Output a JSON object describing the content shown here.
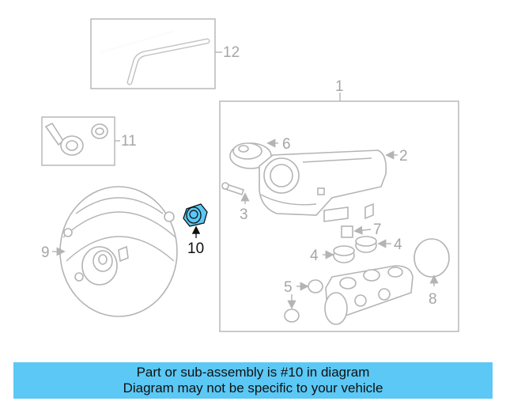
{
  "diagram": {
    "callouts": [
      "1",
      "2",
      "3",
      "4",
      "4",
      "5",
      "6",
      "7",
      "8",
      "9",
      "10",
      "11",
      "12"
    ],
    "highlighted_part": "10",
    "highlight_color": "#5bc8f5",
    "line_color": "#b4b4b4"
  },
  "caption": {
    "line1": "Part or sub-assembly is #10 in diagram",
    "line2": "Diagram may not be specific to your vehicle",
    "background": "#5bc8f5"
  }
}
